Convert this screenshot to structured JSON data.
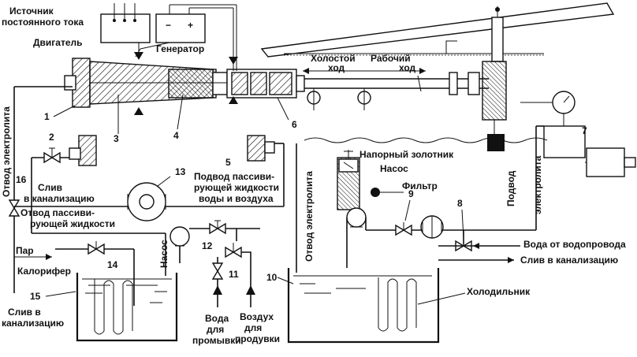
{
  "labels": {
    "dc_source": [
      "Источник",
      "постоянного тока"
    ],
    "motor": "Двигатель",
    "generator": "Генератор",
    "idle_stroke": [
      "Холостой",
      "ход"
    ],
    "working_stroke": [
      "Рабочий",
      "ход"
    ],
    "electrolyte_drain_left": "Отвод электролита",
    "electrolyte_drain_mid": "Отвод электролита",
    "electrolyte_supply": [
      "Подвод",
      "электролита"
    ],
    "pressure_valve": "Напорный золотник",
    "pump_right": "Насос",
    "filter": "Фильтр",
    "passivating_supply": [
      "Подвод пассиви-",
      "рующей жидкости",
      "воды и воздуха"
    ],
    "sewer_drain_left": [
      "Слив",
      "в канализацию"
    ],
    "passivating_drain": [
      "Отвод пассиви-",
      "рующей жидкости"
    ],
    "pump_left": "Насос",
    "steam": "Пар",
    "heater": "Калорифер",
    "tap_water": "Вода от водопровода",
    "sewer_drain_right": "Слив в канализацию",
    "cooler": "Холодильник",
    "sewer_drain_bottom": [
      "Слив в",
      "канализацию"
    ],
    "wash_water": [
      "Вода",
      "для",
      "промывки"
    ],
    "blow_air": [
      "Воздух",
      "для",
      "продувки"
    ]
  },
  "numbers": {
    "n1": "1",
    "n2": "2",
    "n3": "3",
    "n4": "4",
    "n5": "5",
    "n6": "6",
    "n7": "7",
    "n8": "8",
    "n9": "9",
    "n10": "10",
    "n11": "11",
    "n12": "12",
    "n13": "13",
    "n14": "14",
    "n15": "15",
    "n16": "16"
  },
  "gauge_symbols": {
    "minus": "−",
    "plus": "+"
  }
}
